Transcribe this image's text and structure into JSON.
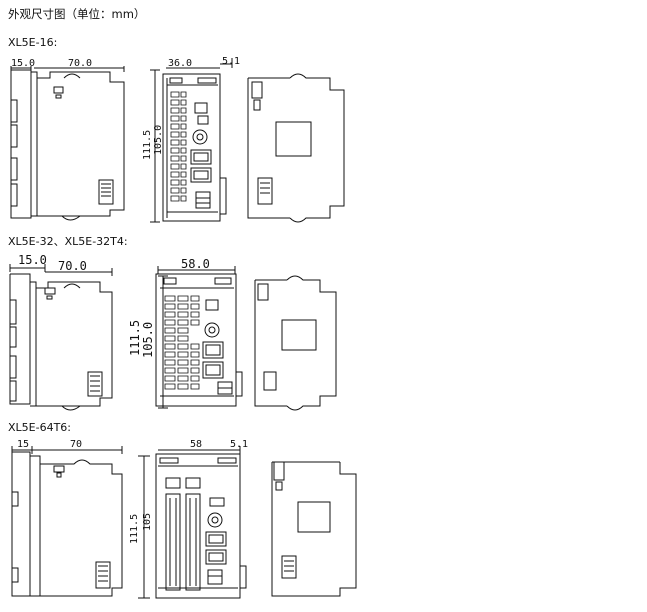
{
  "page_title": "外观尺寸图（单位：mm）",
  "models": [
    {
      "label": "XL5E-16:",
      "dims": {
        "side_depth": "15.0",
        "side_width": "70.0",
        "front_width": "36.0",
        "front_offset": "5.1",
        "height_total": "111.5",
        "height_body": "105.0"
      }
    },
    {
      "label": "XL5E-32、XL5E-32T4:",
      "dims": {
        "side_depth": "15.0",
        "side_width": "70.0",
        "front_width": "58.0",
        "height_total": "111.5",
        "height_body": "105.0"
      }
    },
    {
      "label": "XL5E-64T6:",
      "dims": {
        "side_depth": "15",
        "side_width": "70",
        "front_width": "58",
        "front_offset": "5.1",
        "height_total": "111.5",
        "height_body": "105"
      }
    }
  ],
  "colors": {
    "ink": "#111111",
    "background": "#ffffff"
  }
}
